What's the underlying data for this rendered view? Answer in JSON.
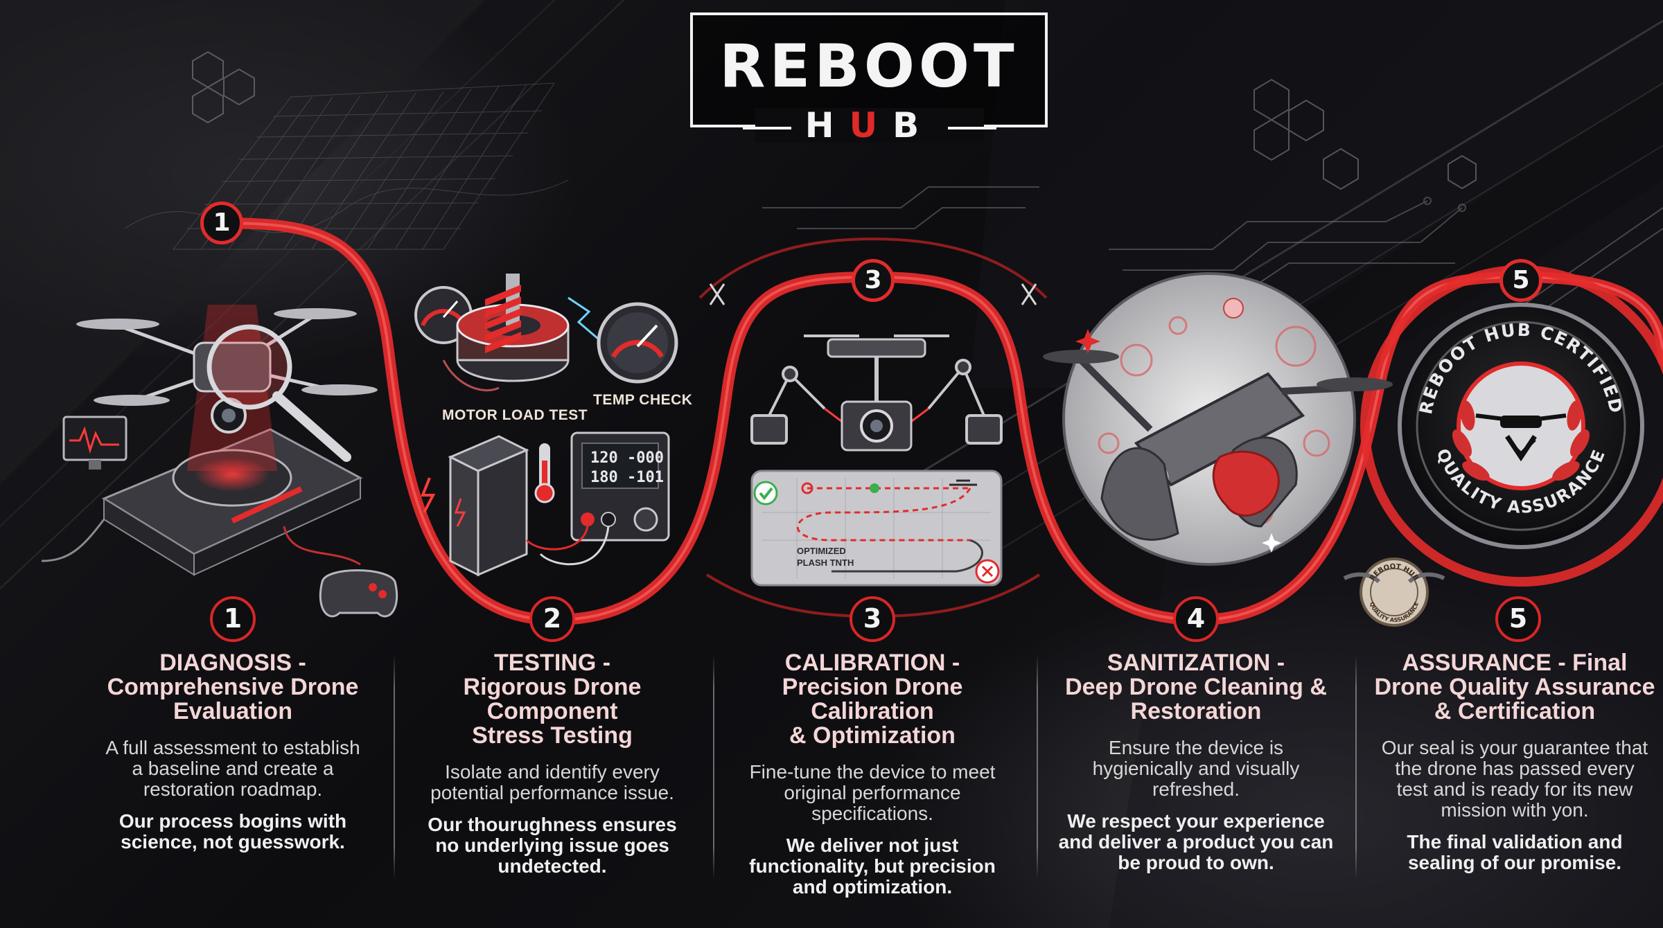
{
  "brand": {
    "title": "REBOOT",
    "subtitle_pre": "H",
    "subtitle_mid": "U",
    "subtitle_post": "B"
  },
  "colors": {
    "accent": "#e32b2b",
    "background": "#0c0c0e",
    "text": "#f2f2f2"
  },
  "path_markers": [
    "1",
    "3",
    "5"
  ],
  "illustrations": {
    "motor_label": "MOTOR LOAD TEST",
    "temp_label": "TEMP CHECK",
    "readout_line1": "120 -000",
    "readout_line2": "180 -101",
    "path_label_line1": "OPTIMIZED",
    "path_label_line2": "PLASH TNTH",
    "seal_text_top": "REBOOT HUB CERTIFIED",
    "seal_text_bottom": "QUALITY ASSURANCE",
    "small_seal_top": "REBOOT HUB",
    "small_seal_bottom": "QUALITY ASSURANCE"
  },
  "steps": [
    {
      "number": "1",
      "title_lines": [
        "DIAGNOSIS -",
        "Comprehensive Drone",
        "Evaluation"
      ],
      "desc_lines": [
        "A full assessment to establish",
        "a baseline and create a",
        "restoration roadmap."
      ],
      "bold_lines": [
        "Our process bogins with",
        "science, not guesswork."
      ]
    },
    {
      "number": "2",
      "title_lines": [
        "TESTING -",
        "Rigorous Drone Component",
        "Stress Testing"
      ],
      "desc_lines": [
        "Isolate and identify every",
        "potential performance issue."
      ],
      "bold_lines": [
        "Our thourughness ensures",
        "no underlying issue goes",
        "undetected."
      ]
    },
    {
      "number": "3",
      "title_lines": [
        "CALIBRATION -",
        "Precision Drone Calibration",
        "& Optimization"
      ],
      "desc_lines": [
        "Fine-tune the device to meet",
        "original performance",
        "specifications."
      ],
      "bold_lines": [
        "We deliver not just",
        "functionality, but precision",
        "and optimization."
      ]
    },
    {
      "number": "4",
      "title_lines": [
        "SANITIZATION -",
        "Deep Drone Cleaning &",
        "Restoration"
      ],
      "desc_lines": [
        "Ensure the device is",
        "hygienically and visually",
        "refreshed."
      ],
      "bold_lines": [
        "We respect your experience",
        "and deliver a product you can",
        "be proud to own."
      ]
    },
    {
      "number": "5",
      "title_lines": [
        "ASSURANCE - Final",
        "Drone Quality Assurance",
        "& Certification"
      ],
      "desc_lines": [
        "Our seal is your guarantee that",
        "the drone has passed every",
        "test and is ready for its new",
        "mission with yon."
      ],
      "bold_lines": [
        "The final validation and",
        "sealing of our promise."
      ]
    }
  ]
}
